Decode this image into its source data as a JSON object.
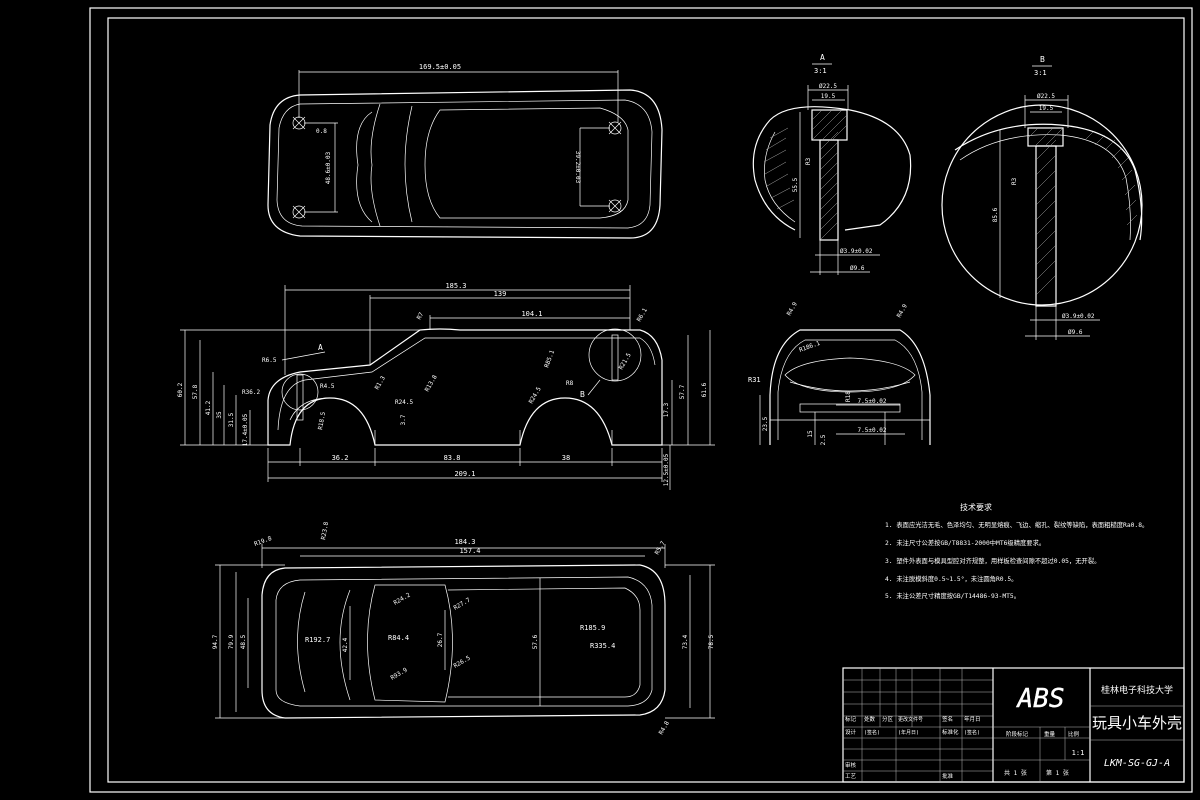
{
  "dims": {
    "top_len": "169.5±0.05",
    "top_w1": "48.6±0.03",
    "top_w2": "39.2±0.03",
    "top_small": "0.8",
    "side_overall": "185.3",
    "side_139": "139",
    "side_104": "104.1",
    "side_362": "36.2",
    "side_838": "83.8",
    "side_38": "38",
    "side_2091": "209.1",
    "side_60": "60.2",
    "side_578": "57.8",
    "side_412": "41.2",
    "side_35": "35",
    "side_315": "31.5",
    "side_17": "17.4±0.05",
    "side_577": "57.7",
    "side_616": "61.6",
    "side_173": "17.3",
    "side_125": "12.5±0.05",
    "side_37": "3.7",
    "r_165": "R6.5",
    "r_362": "R36.2",
    "r_45": "R4.5",
    "r_245a": "R24.5",
    "r_185": "R18.5",
    "r_13": "R1.3",
    "r_138": "R13.8",
    "r_7": "R7",
    "r_245b": "R24.5",
    "r_851": "R85.1",
    "r_215": "R21.5",
    "r_61": "R6.1",
    "r_8": "R8",
    "label_A": "A",
    "label_B": "B",
    "bot_1843": "184.3",
    "bot_1574": "157.4",
    "bot_947": "94.7",
    "bot_799": "79.9",
    "bot_485": "48.5",
    "bot_576": "57.6",
    "bot_734": "73.4",
    "bot_785": "78.5",
    "bot_424": "42.4",
    "bot_267": "26.7",
    "r_1927": "R192.7",
    "r_844": "R84.4",
    "r_242": "R24.2",
    "r_277": "R27.7",
    "r_265": "R26.5",
    "r_939": "R93.9",
    "r_1859": "R185.9",
    "r_3354": "R335.4",
    "r_198": "R19.8",
    "r_238": "R23.8",
    "r_57": "R5.7",
    "r_48": "R4.8",
    "front_r49a": "R4.9",
    "front_r49b": "R4.9",
    "front_r1861": "R186.1",
    "front_r31": "R31",
    "front_235": "23.5",
    "front_15": "15",
    "front_25": "2.5",
    "front_75a": "7.5±0.02",
    "front_75b": "7.5±0.02",
    "front_r18": "R18",
    "detA_title": "A",
    "detA_scale": "3:1",
    "detA_d225": "Ø22.5",
    "detA_195": "19.5",
    "detA_555": "55.5",
    "detA_r3": "R3",
    "detA_d39": "Ø3.9±0.02",
    "detA_d96": "Ø9.6",
    "detB_title": "B",
    "detB_scale": "3:1",
    "detB_d225": "Ø22.5",
    "detB_195": "19.5",
    "detB_856": "85.6",
    "detB_r3": "R3",
    "detB_d39": "Ø3.9±0.02",
    "detB_d96": "Ø9.6"
  },
  "tech": {
    "title": "技术要求",
    "items": [
      "1. 表面应光洁无毛、色泽均匀、无明显熔痕、飞边、缩孔、裂纹等缺陷，表面粗糙度Ra0.8。",
      "2. 未注尺寸公差按GB/T8831-2000中MT6级精度要求。",
      "3. 塑件外表面与模具型腔对齐规整，用样板检查间隙不超过0.05，无开裂。",
      "4. 未注脱模斜度0.5~1.5°，未注圆角R0.5。",
      "5. 未注公差尺寸精度按GB/T14486-93-MT5。"
    ]
  },
  "title_block": {
    "material": "ABS",
    "school": "桂林电子科技大学",
    "part_name": "玩具小车外壳",
    "drawing_no": "LKM-SG-GJ-A",
    "scale": "1:1",
    "sheets": "共 1 张",
    "sheet_no": "第 1 张",
    "stage": "阶段标记",
    "weight": "重量",
    "scale_label": "比例",
    "std": "标准化",
    "approve": "批准",
    "design": "设计",
    "check": "审核",
    "process": "工艺",
    "sign": "(签名)",
    "date": "(年月日)",
    "rev_labels": [
      "标记",
      "处数",
      "分区",
      "更改文件号",
      "签名",
      "年月日"
    ]
  }
}
